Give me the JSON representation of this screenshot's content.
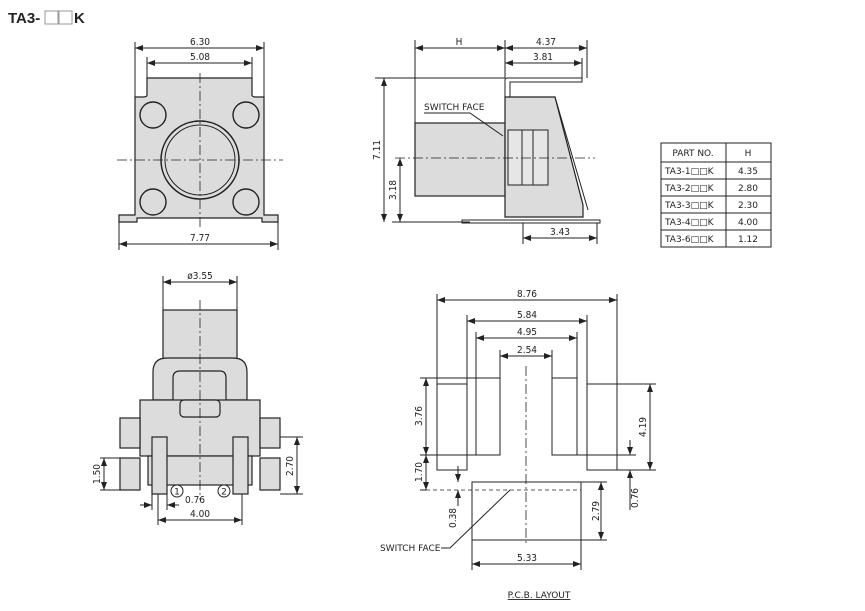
{
  "title": {
    "prefix": "TA3-",
    "suffix": "K"
  },
  "top_view": {
    "dims": {
      "outer_width": "6.30",
      "tab_width": "5.08",
      "flange_width": "7.77"
    }
  },
  "side_view": {
    "dims": {
      "h": "H",
      "depth": "4.37",
      "lead": "3.81",
      "height": "7.11",
      "center_height": "3.18",
      "bottom_lead": "3.43"
    },
    "switch_face_label": "SWITCH FACE"
  },
  "part_table": {
    "headers": [
      "PART NO.",
      "H"
    ],
    "rows": [
      {
        "part": "TA3-1□□K",
        "h": "4.35"
      },
      {
        "part": "TA3-2□□K",
        "h": "2.80"
      },
      {
        "part": "TA3-3□□K",
        "h": "2.30"
      },
      {
        "part": "TA3-4□□K",
        "h": "4.00"
      },
      {
        "part": "TA3-6□□K",
        "h": "1.12"
      }
    ]
  },
  "front_view": {
    "dims": {
      "button_dia": "ø3.55",
      "wing_height": "1.50",
      "leg_height": "2.70",
      "leg_width": "0.76",
      "leg_pitch": "4.00"
    },
    "pin_labels": [
      "1",
      "2"
    ]
  },
  "pcb_layout": {
    "dims": {
      "overall": "8.76",
      "outer_inner": "5.84",
      "inner_outer": "4.95",
      "inner_gap": "2.54",
      "pad_height": "3.76",
      "offset": "1.70",
      "face_offset": "0.38",
      "face_height": "2.79",
      "outer_pad_height": "4.19",
      "step": "0.76",
      "face_width": "5.33"
    },
    "switch_face_label": "SWITCH FACE",
    "caption": "P.C.B. LAYOUT"
  }
}
